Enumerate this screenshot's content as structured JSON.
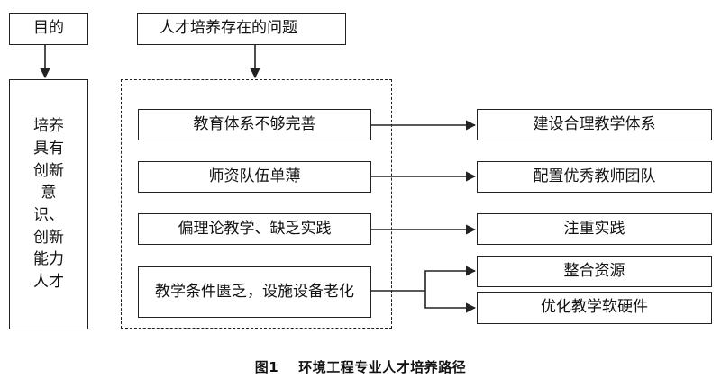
{
  "header": {
    "purpose": "目的",
    "problems": "人才培养存在的问题"
  },
  "goal": {
    "text": "培养具有创新意识、创新能力人才"
  },
  "problems": [
    "教育体系不够完善",
    "师资队伍单薄",
    "偏理论教学、缺乏实践",
    "教学条件匮乏，设施设备老化"
  ],
  "solutions": [
    "建设合理教学体系",
    "配置优秀教师团队",
    "注重实践",
    "整合资源",
    "优化教学软硬件"
  ],
  "caption": {
    "label": "图1",
    "text": "环境工程专业人才培养路径"
  }
}
